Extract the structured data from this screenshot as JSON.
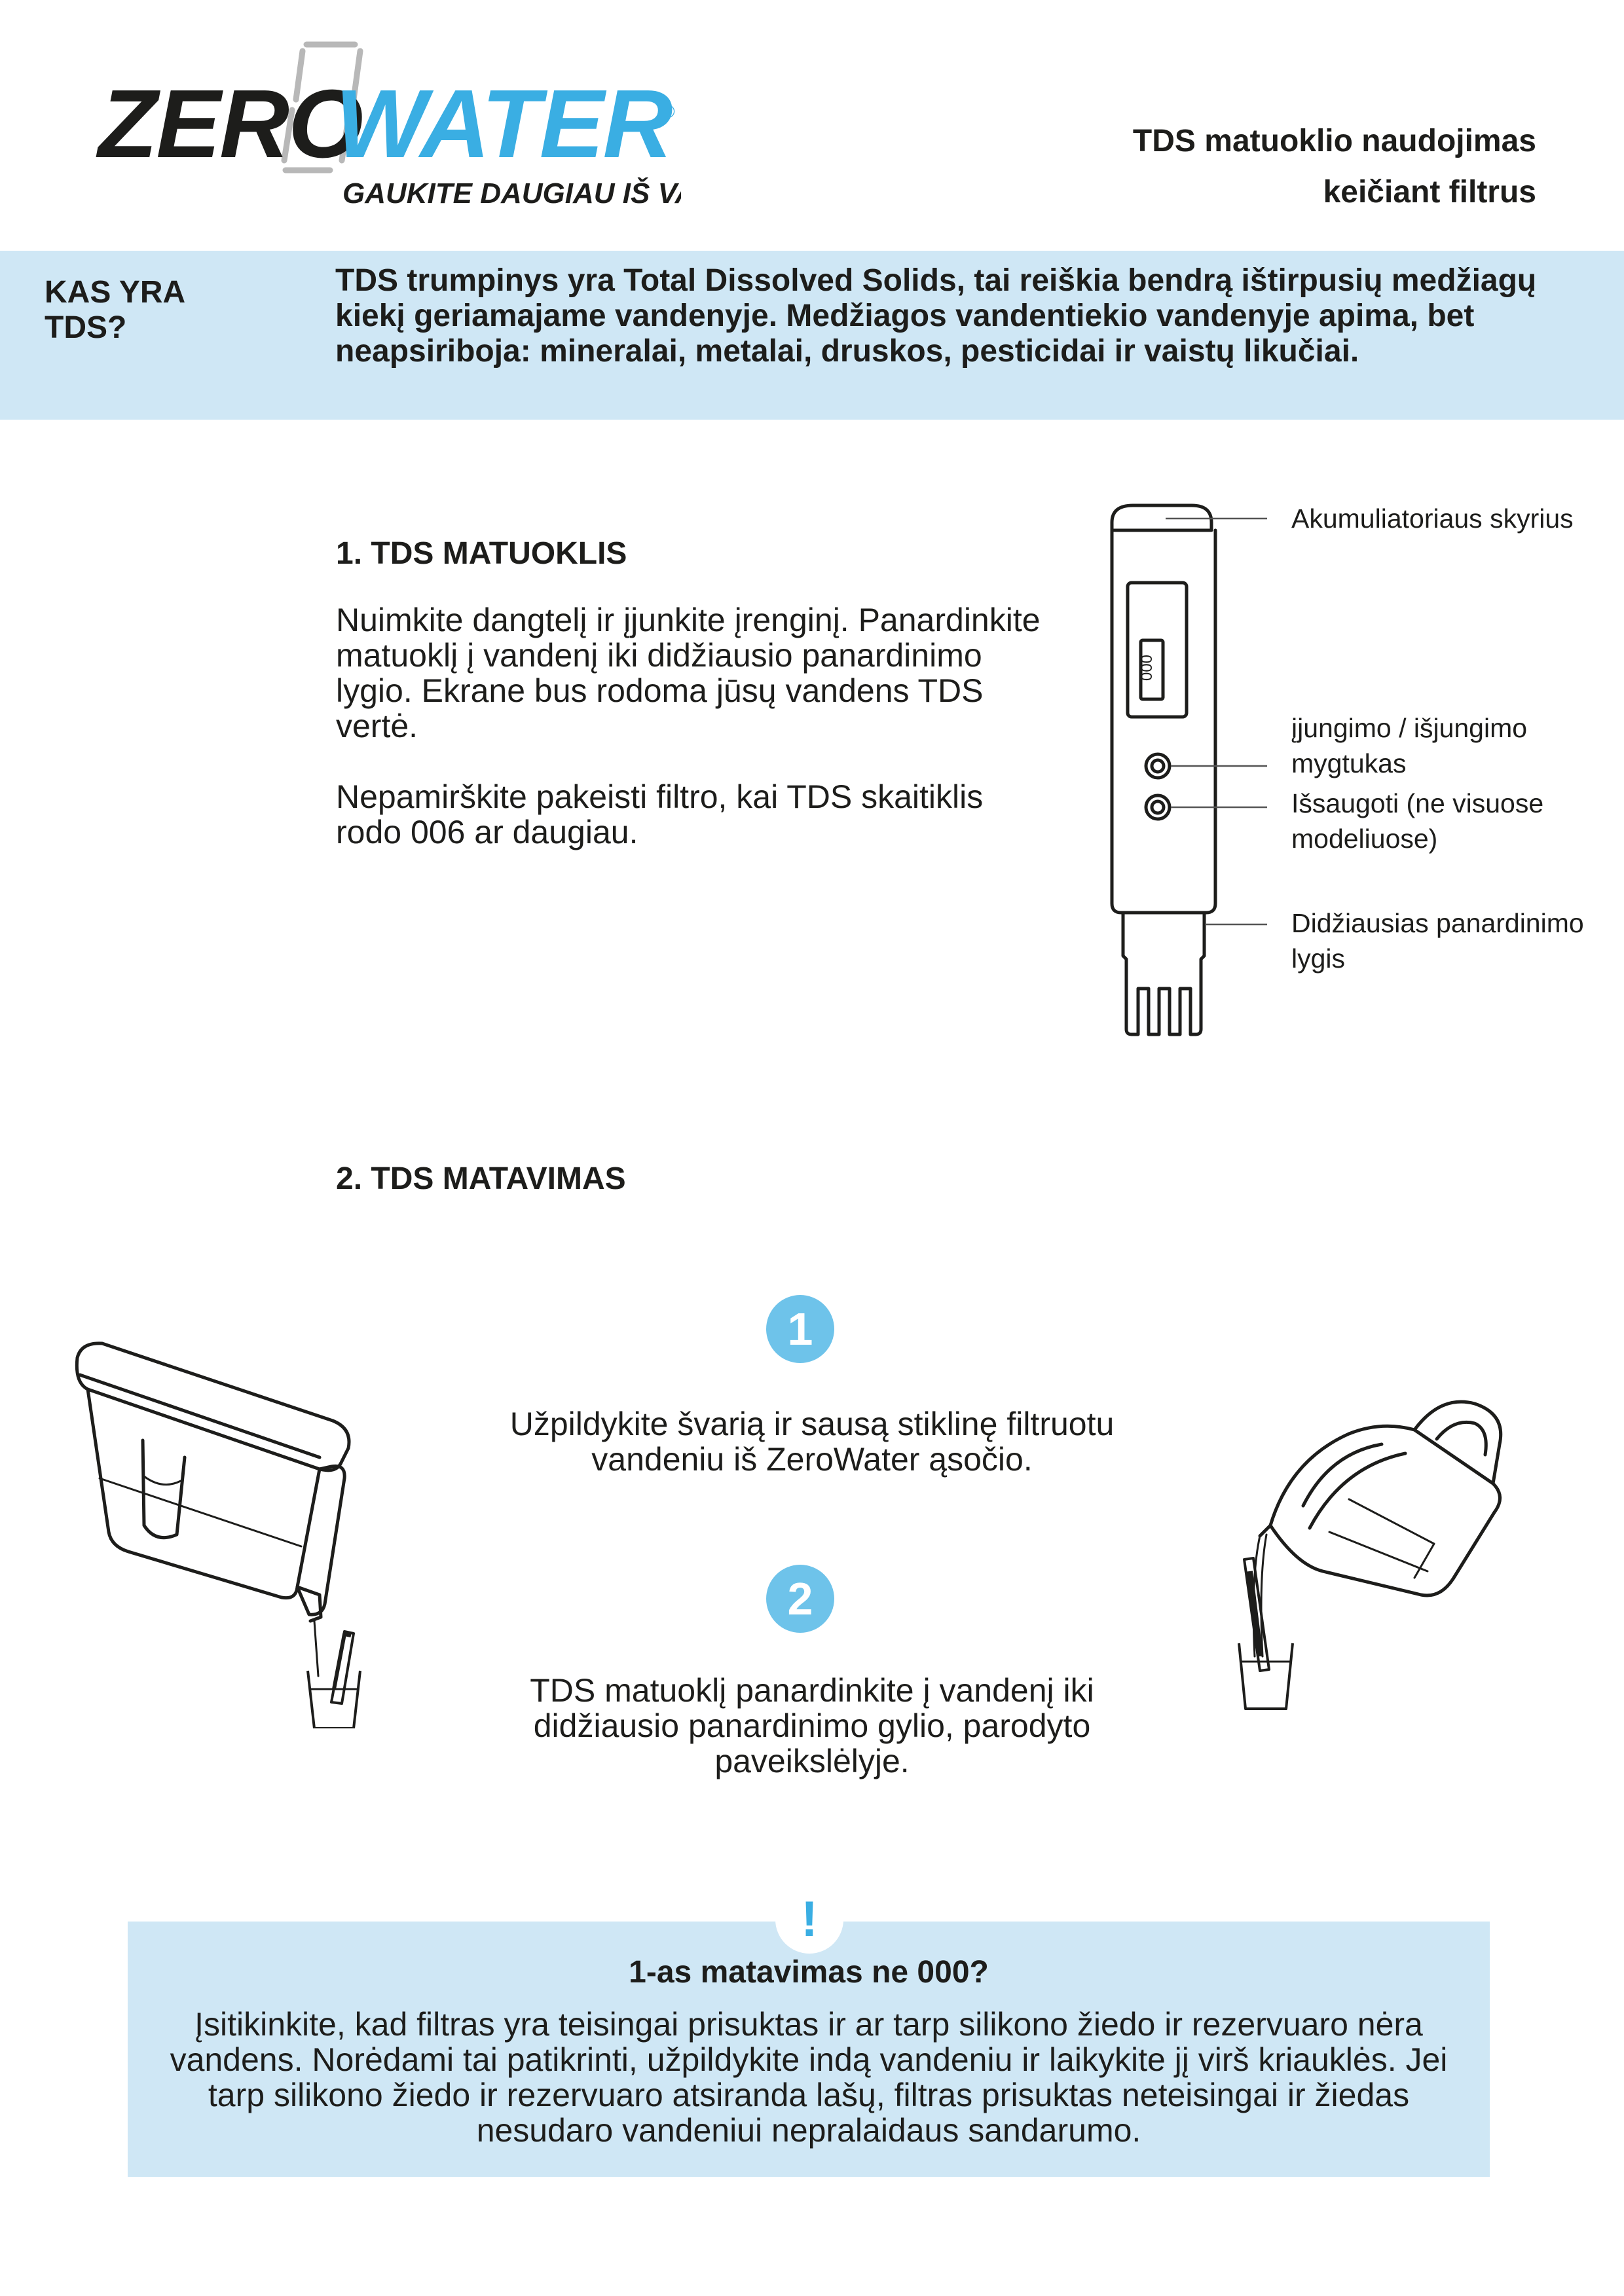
{
  "header": {
    "logo": {
      "zero": "ZERO",
      "water": "WATER",
      "registered": "®",
      "tagline": "GAUKITE DAUGIAU IŠ VANDENS!"
    },
    "title_line1": "TDS matuoklio naudojimas",
    "title_line2": "keičiant filtrus"
  },
  "intro": {
    "label": "KAS YRA TDS?",
    "text": "TDS trumpinys yra Total Dissolved Solids, tai reiškia bendrą ištirpusių medžiagų kiekį geriamajame vandenyje. Medžiagos vandentiekio vandenyje apima, bet neapsiriboja: mineralai, metalai, druskos, pesticidai ir vaistų likučiai."
  },
  "section1": {
    "heading": "1. TDS MATUOKLIS",
    "paragraph1": "Nuimkite dangtelį ir įjunkite įrenginį. Panardinkite matuoklį į vandenį iki didžiausio panardinimo lygio. Ekrane bus rodoma jūsų vandens TDS vertė.",
    "paragraph2": "Nepamirškite pakeisti filtro, kai TDS skaitiklis rodo 006 ar daugiau.",
    "meter_display": "000",
    "callouts": {
      "battery": "Akumuliatoriaus skyrius",
      "power": "įjungimo / išjungimo mygtukas",
      "save": "Išsaugoti (ne visuose modeliuose)",
      "immersion": "Didžiausias panardinimo lygis"
    }
  },
  "section2": {
    "heading": "2. TDS MATAVIMAS",
    "steps": [
      {
        "number": "1",
        "text": "Užpildykite švarią ir sausą stiklinę filtruotu vandeniu iš ZeroWater ąsočio."
      },
      {
        "number": "2",
        "text": "TDS matuoklį panardinkite į vandenį iki didžiausio panardinimo gylio, parodyto paveikslėlyje."
      }
    ]
  },
  "warning": {
    "icon": "!",
    "title": "1-as matavimas ne 000?",
    "text": "Įsitikinkite, kad filtras yra teisingai prisuktas ir ar tarp silikono žiedo ir rezervuaro nėra vandens. Norėdami tai patikrinti, užpildykite indą vandeniu ir laikykite jį virš kriauklės. Jei tarp silikono žiedo ir rezervuaro atsiranda lašų, filtras prisuktas neteisingai ir žiedas nesudaro vandeniui nepralaidaus sandarumo."
  },
  "colors": {
    "band": "#cfe7f5",
    "accent": "#6ec3ea",
    "logo_blue": "#3aaee3",
    "logo_dark": "#1d1d1b"
  }
}
